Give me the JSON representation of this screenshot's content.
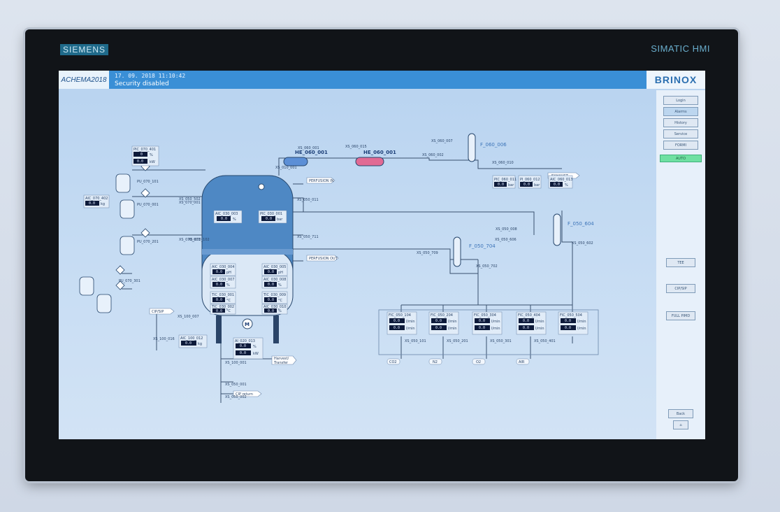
{
  "bezel": {
    "brand_left": "SIEMENS",
    "brand_right": "SIMATIC HMI"
  },
  "header": {
    "logo": "ACHEMA2018",
    "datetime": "17. 09. 2018  11:10:42",
    "security": "Security disabled",
    "company": "BRINOX"
  },
  "sidebar": {
    "buttons": [
      {
        "label": "Login",
        "active": false
      },
      {
        "label": "Alarms",
        "active": true
      },
      {
        "label": "History",
        "active": false
      },
      {
        "label": "Service",
        "active": false
      },
      {
        "label": "FORMI",
        "active": false
      }
    ],
    "mode": "AUTO",
    "actions": [
      "TEE",
      "CIP/SIP",
      "FULL PIMD"
    ],
    "back": "Back"
  },
  "process": {
    "exchangers": [
      "HE_060_001",
      "HE_060_001"
    ],
    "filters": [
      "F_060_006",
      "F_050_604",
      "F_050_704"
    ],
    "tank_ports": [
      "PERFUSION IN",
      "PERFUSION OUT"
    ],
    "exhaust": "EXHAUST",
    "harvest": [
      "Harvest/",
      "Transfer"
    ],
    "cip_label": "CIP/SIP",
    "cip_return": "CIP return",
    "motor": "M",
    "gases": [
      "CO2",
      "N2",
      "O2",
      "AIR"
    ],
    "valves": [
      "XS_050_502",
      "XS_060_002",
      "XS_060_007",
      "XS_060_010",
      "XS_050_008",
      "XS_050_011",
      "XS_050_711",
      "XS_050_709",
      "XS_050_702",
      "XS_050_602",
      "XS_050_606",
      "XS_100_007",
      "XS_100_016",
      "XS_100_001",
      "XS_050_001",
      "XS_050_002",
      "XS_010_001",
      "XS_050_101",
      "XS_050_201",
      "XS_050_301",
      "XS_050_401",
      "XS_070_001",
      "XS_070_002",
      "XS_070_102",
      "XS_060_015",
      "XS_060_001"
    ],
    "pumps": [
      "PU_070_101",
      "PU_070_001",
      "PU_070_201",
      "PU_070_301"
    ],
    "top_readings": [
      {
        "tag": "PIC_060_011",
        "value": "0.0",
        "unit": "bar"
      },
      {
        "tag": "PI_060_012",
        "value": "0.0",
        "unit": "bar"
      },
      {
        "tag": "AIC_060_013",
        "value": "0.0",
        "unit": "%"
      }
    ],
    "left_readings": [
      {
        "tag": "PIC_070_401",
        "value": "0",
        "unit": "%"
      },
      {
        "tag": "",
        "value": "0.0",
        "unit": "kW"
      },
      {
        "tag": "AIC_070_402",
        "value": "0.0",
        "unit": "kg"
      }
    ],
    "tank_readings": [
      {
        "tag": "AIC_030_003",
        "value": "0.0",
        "unit": "%"
      },
      {
        "tag": "PIC_030_001",
        "value": "0.0",
        "unit": "bar"
      },
      {
        "tag": "AIC_030_004",
        "value": "0.0",
        "unit": "pH"
      },
      {
        "tag": "AIC_030_005",
        "value": "0.0",
        "unit": "pH"
      },
      {
        "tag": "AIC_030_007",
        "value": "0.0",
        "unit": "%"
      },
      {
        "tag": "AIC_030_008",
        "value": "0.0",
        "unit": "%"
      },
      {
        "tag": "TIC_030_001",
        "value": "0.0",
        "unit": "°C"
      },
      {
        "tag": "TIC_030_009",
        "value": "0.0",
        "unit": "°C"
      },
      {
        "tag": "TIC_030_002",
        "value": "0.0",
        "unit": "°C"
      },
      {
        "tag": "AIC_030_010",
        "value": "0.0",
        "unit": "%"
      }
    ],
    "lower_readings": [
      {
        "tag": "AIC_100_012",
        "value": "0.0",
        "unit": "kg"
      },
      {
        "tag": "AI_020_013",
        "value": "0.0",
        "unit": "%"
      },
      {
        "tag": "",
        "value": "0.0",
        "unit": "kW"
      }
    ],
    "flow_controllers": [
      {
        "tag": "FIC_050_104",
        "values": [
          "0.0",
          "0.0"
        ],
        "unit": "l/min"
      },
      {
        "tag": "FIC_050_204",
        "values": [
          "0.0",
          "0.0"
        ],
        "unit": "l/min"
      },
      {
        "tag": "FIC_050_304",
        "values": [
          "0.0",
          "0.0"
        ],
        "unit": "l/min"
      },
      {
        "tag": "FIC_050_404",
        "values": [
          "0.0",
          "0.0"
        ],
        "unit": "l/min"
      },
      {
        "tag": "FIC_050_504",
        "values": [
          "0.0",
          "0.0"
        ],
        "unit": "l/min"
      }
    ]
  },
  "colors": {
    "screen_bg": "#c6dcf3",
    "header": "#3a8fd6",
    "pipe": "#39506e",
    "value_box": "#0d1a3a",
    "auto_green": "#6fe0a2"
  }
}
